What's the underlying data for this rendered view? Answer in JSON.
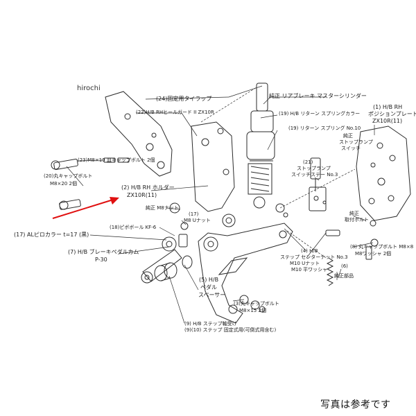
{
  "watermark": "hirochi",
  "footer_note": "写真は参考です",
  "arrow_color": "#e01010",
  "line_color": "#2a2a2a",
  "labels": {
    "p24": "(24)固定用タイラップ",
    "rear_master": "純正 リアブレーキ マスターシリンダー",
    "p22": "(22)H/B RHヒールガード II ZX10R",
    "p19": "(19) H/B リターン スプリングカラー",
    "p19b": "(19) リターン スプリング No.10",
    "p1_line1": "(1) H/B RH",
    "p1_line2": "ポジションプレート",
    "p1_line3": "ZX10R(11)",
    "stop_sw_1": "純正",
    "stop_sw_2": "ストップランプ",
    "stop_sw_3": "スイッチ",
    "p23": "(23)M8×10 皿キャップボルト 2個",
    "p20_line1": "(20)丸キャップボルト",
    "p20_line2": "M8×20 2個",
    "p21_line1": "(21)",
    "p21_line2": "ストップランプ",
    "p21_line3": "スイッチステー No.3",
    "p2_line1": "(2) H/B RH ホルダー",
    "p2_line2": "ZX10R(11)",
    "m8_nut_a": "純正 M8ナット",
    "p17a_line1": "(17)",
    "p17a_line2": "M8 Uナット",
    "p18": "(18)ピボボール KF-6",
    "genuine_bolt_1": "純正",
    "genuine_bolt_2": "取付ボルト",
    "p8_line1": "(8) 丸キャップボルト M8×8",
    "p8_line2": "M8ワッシャ 2個",
    "p17b": "(17) ALピロカラー t=17 (黒)",
    "p7_line1": "(7) H/B ブレーキペダルカム",
    "p7_line2": "P-30",
    "p4_line1": "(4) H/B",
    "p4_line2": "ステップ センターナット No.3",
    "p4_line3": "M10 Uナット",
    "p4_line4": "M10 平ワッシャ",
    "genuine_part": "純正部品",
    "p6": "(6)",
    "p5_line1": "(5) H/B",
    "p5_line2": "ペダル",
    "p5_line3": "スペーサー",
    "p3_line1": "(3)丸キャップボルト",
    "p3_line2": "M8×15 2個",
    "p9_line1": "(9) H/B ステップ軸受け",
    "p9_line2": "(9)(10) ステップ 固定式用(可倒式用含む)"
  }
}
